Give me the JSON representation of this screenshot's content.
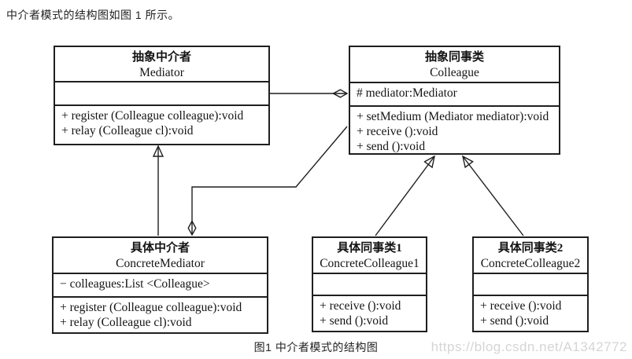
{
  "intro_text": "中介者模式的结构图如图 1 所示。",
  "caption": "图1 中介者模式的结构图",
  "watermark": "https://blog.csdn.net/A1342772",
  "colors": {
    "line": "#1f1f1f",
    "background": "#ffffff",
    "watermark": "#d5d5d5"
  },
  "classes": {
    "mediator": {
      "title_zh": "抽象中介者",
      "title_en": "Mediator",
      "attributes": [],
      "methods": [
        "+ register (Colleague colleague):void",
        "+ relay (Colleague cl):void"
      ]
    },
    "colleague": {
      "title_zh": "抽象同事类",
      "title_en": "Colleague",
      "attributes": [
        "# mediator:Mediator"
      ],
      "methods": [
        "+ setMedium (Mediator mediator):void",
        "+ receive ():void",
        "+ send ():void"
      ]
    },
    "concrete_mediator": {
      "title_zh": "具体中介者",
      "title_en": "ConcreteMediator",
      "attributes": [
        "− colleagues:List <Colleague>"
      ],
      "methods": [
        "+ register (Colleague colleague):void",
        "+ relay (Colleague cl):void"
      ]
    },
    "concrete_colleague1": {
      "title_zh": "具体同事类1",
      "title_en": "ConcreteColleague1",
      "attributes": [],
      "methods": [
        "+ receive ():void",
        "+ send ():void"
      ]
    },
    "concrete_colleague2": {
      "title_zh": "具体同事类2",
      "title_en": "ConcreteColleague2",
      "attributes": [],
      "methods": [
        "+ receive ():void",
        "+ send ():void"
      ]
    }
  },
  "relationships": [
    {
      "type": "aggregation",
      "from": "Mediator",
      "to": "Colleague"
    },
    {
      "type": "generalization",
      "from": "ConcreteMediator",
      "to": "Mediator"
    },
    {
      "type": "aggregation",
      "from": "ConcreteMediator",
      "to": "Colleague"
    },
    {
      "type": "generalization",
      "from": "ConcreteColleague1",
      "to": "Colleague"
    },
    {
      "type": "generalization",
      "from": "ConcreteColleague2",
      "to": "Colleague"
    }
  ]
}
